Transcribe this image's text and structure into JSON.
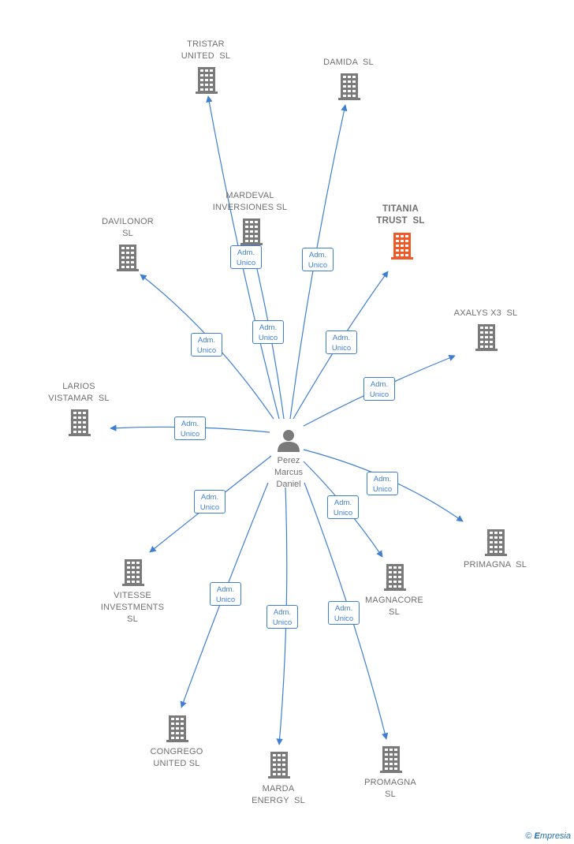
{
  "center": {
    "name": "Perez\nMarcus\nDaniel"
  },
  "edge_label": {
    "line1": "Adm.",
    "line2": "Unico"
  },
  "companies": [
    {
      "id": "tristar",
      "name": "TRISTAR\nUNITED  SL",
      "color": "#7a7a7a"
    },
    {
      "id": "damida",
      "name": "DAMIDA  SL",
      "color": "#7a7a7a"
    },
    {
      "id": "mardeval",
      "name": "MARDEVAL\nINVERSIONES SL",
      "color": "#7a7a7a"
    },
    {
      "id": "davilonor",
      "name": "DAVILONOR\nSL",
      "color": "#7a7a7a"
    },
    {
      "id": "titania",
      "name": "TITANIA\nTRUST  SL",
      "color": "#f05a28",
      "highlight": true
    },
    {
      "id": "axalys",
      "name": "AXALYS X3  SL",
      "color": "#7a7a7a"
    },
    {
      "id": "larios",
      "name": "LARIOS\nVISTAMAR  SL",
      "color": "#7a7a7a"
    },
    {
      "id": "vitesse",
      "name": "VITESSE\nINVESTMENTS\nSL",
      "color": "#7a7a7a"
    },
    {
      "id": "primagna",
      "name": "PRIMAGNA  SL",
      "color": "#7a7a7a"
    },
    {
      "id": "magnacore",
      "name": "MAGNACORE\nSL",
      "color": "#7a7a7a"
    },
    {
      "id": "congrego",
      "name": "CONGREGO\nUNITED SL",
      "color": "#7a7a7a"
    },
    {
      "id": "marda",
      "name": "MARDA\nENERGY  SL",
      "color": "#7a7a7a"
    },
    {
      "id": "promagna",
      "name": "PROMAGNA\nSL",
      "color": "#7a7a7a"
    }
  ],
  "colors": {
    "edge": "#3f7fd2",
    "building": "#7a7a7a",
    "highlight": "#f05a28",
    "person": "#7a7a7a"
  },
  "footer": {
    "copyright": "©",
    "brand_initial": "E",
    "brand_rest": "mpresia"
  }
}
